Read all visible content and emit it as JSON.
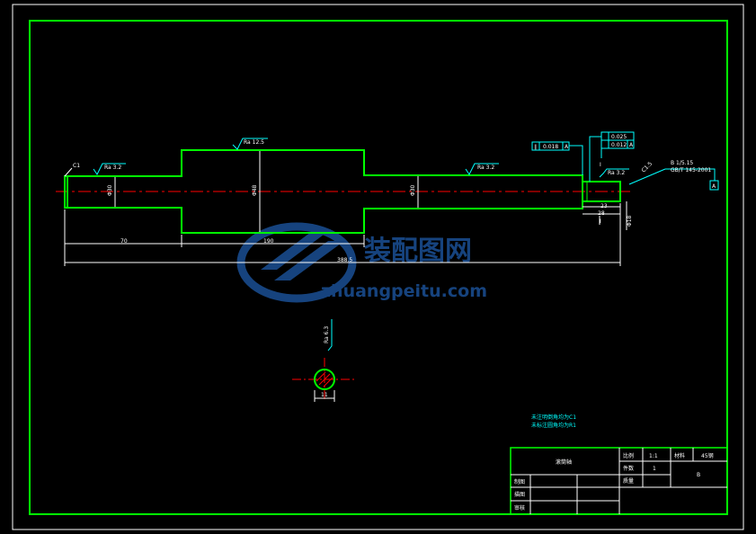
{
  "colors": {
    "background": "#000000",
    "outline": "#00ff00",
    "dimension": "#ffffff",
    "annotation": "#00ffff",
    "centerline": "#ff0000",
    "watermark": "#1e5aa8"
  },
  "dimensions": {
    "chamfer_left": "C1",
    "dia_left": "Φ30",
    "dia_middle": "Φ48",
    "dia_right": "Φ30",
    "len_left": "70",
    "len_middle": "190",
    "len_total": "388.5",
    "len_spline_a": "23",
    "len_spline_b": "28",
    "dia_end": "Φ18",
    "section_width": "11"
  },
  "roughness": {
    "left": "Ra 3.2",
    "middle": "Ra 12.5",
    "right": "Ra 3.2",
    "end": "Ra 3.2",
    "section": "Ra 6.3"
  },
  "tolerances": {
    "ft_left_symbol": "∥",
    "ft_left_value": "0.018",
    "ft_left_datum": "A",
    "ft_runout_value": "0.025",
    "ft_flat_value": "0.012",
    "ft_flat_datum": "A",
    "thread_line1": "B 1/5.15",
    "thread_line2": "GB/T 145-2001",
    "datum_label": "A",
    "section_mark": "I",
    "chamfer_end": "C1.5"
  },
  "notes": {
    "line1": "未注明倒角均为C1",
    "line2": "未标注圆角均为R1"
  },
  "title_block": {
    "part_name": "滚筒轴",
    "scale_label": "比例",
    "scale_value": "1:1",
    "material_label": "材料",
    "material_value": "45钢",
    "qty_label": "件数",
    "qty_value": "1",
    "weight_label": "质量",
    "code_value": "B",
    "drawn_label": "制图",
    "checked_label": "描图",
    "approved_label": "审核"
  },
  "watermark": {
    "cn": "装配图网",
    "url": "zhuangpeitu.com"
  }
}
